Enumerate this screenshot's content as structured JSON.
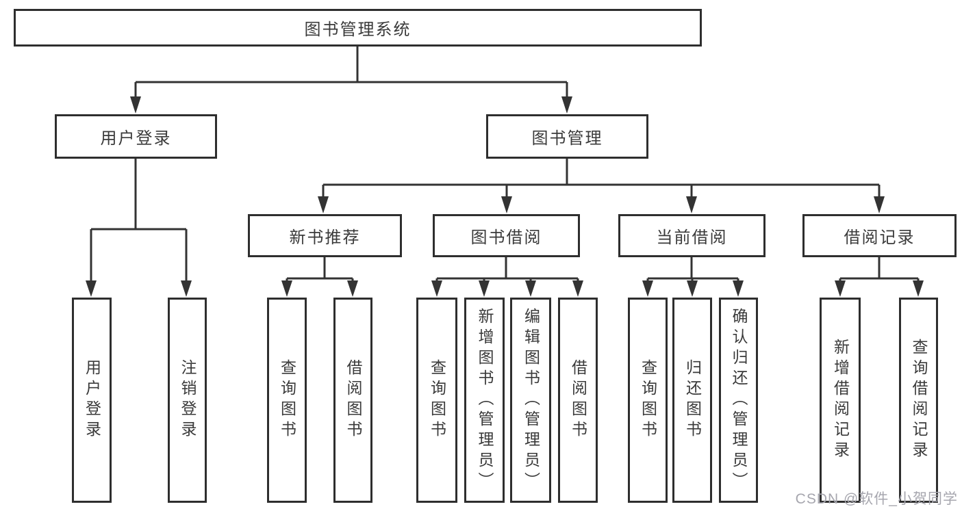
{
  "diagram": {
    "title": "图书管理系统",
    "root": {
      "label": "图书管理系统"
    },
    "level2": [
      {
        "label": "用户登录"
      },
      {
        "label": "图书管理"
      }
    ],
    "level3": [
      {
        "label": "新书推荐",
        "parent": "图书管理"
      },
      {
        "label": "图书借阅",
        "parent": "图书管理"
      },
      {
        "label": "当前借阅",
        "parent": "图书管理"
      },
      {
        "label": "借阅记录",
        "parent": "图书管理"
      }
    ],
    "leaves": [
      {
        "label": "用户登录",
        "parent": "用户登录"
      },
      {
        "label": "注销登录",
        "parent": "用户登录"
      },
      {
        "label": "查询图书",
        "parent": "新书推荐"
      },
      {
        "label": "借阅图书",
        "parent": "新书推荐"
      },
      {
        "label": "查询图书",
        "parent": "图书借阅"
      },
      {
        "label": "新增图书（管理员）",
        "parent": "图书借阅"
      },
      {
        "label": "编辑图书（管理员）",
        "parent": "图书借阅"
      },
      {
        "label": "借阅图书",
        "parent": "图书借阅"
      },
      {
        "label": "查询图书",
        "parent": "当前借阅"
      },
      {
        "label": "归还图书",
        "parent": "当前借阅"
      },
      {
        "label": "确认归还（管理员）",
        "parent": "当前借阅"
      },
      {
        "label": "新增借阅记录",
        "parent": "借阅记录"
      },
      {
        "label": "查询借阅记录",
        "parent": "借阅记录"
      }
    ]
  },
  "watermark": {
    "text": "CSDN @软件_小贺同学"
  },
  "colors": {
    "line": "#333333",
    "border": "#2e2e2e",
    "text": "#3a3a3a",
    "watermark": "#a6a6ae",
    "background": "#ffffff"
  }
}
